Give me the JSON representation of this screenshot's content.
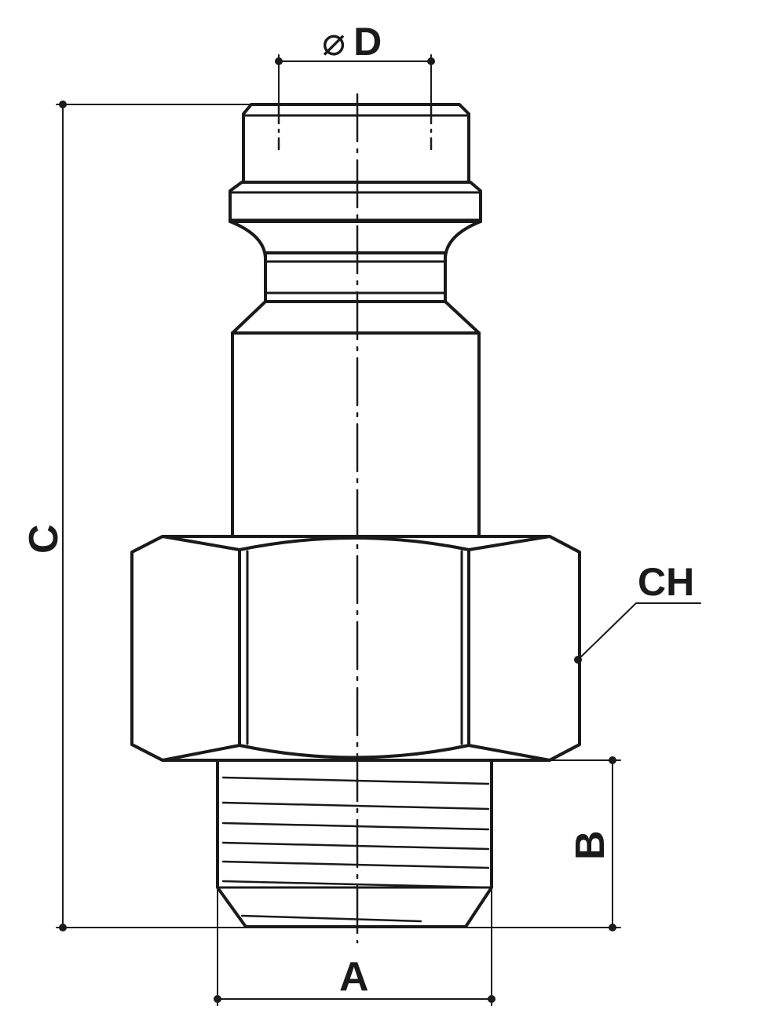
{
  "drawing": {
    "colors": {
      "stroke": "#1a1a1a",
      "background": "#ffffff"
    },
    "labels": {
      "diameter_symbol": "⌀",
      "d": "D",
      "c": "C",
      "ch": "CH",
      "b": "B",
      "a": "A"
    }
  }
}
